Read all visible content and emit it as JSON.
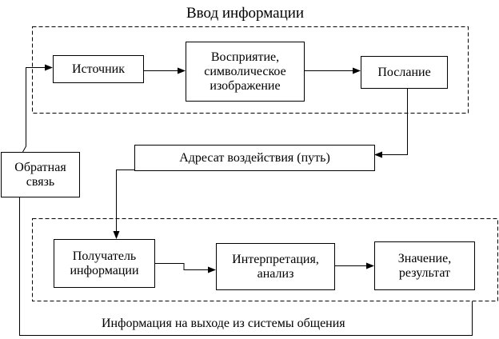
{
  "section_input": {
    "title": "Ввод информации"
  },
  "section_output": {
    "caption": "Информация на выходе из системы общения"
  },
  "nodes": {
    "source": "Источник",
    "perception": "Восприятие,\nсимволическое\nизображение",
    "message": "Послание",
    "addressee": "Адресат воздействия (путь)",
    "feedback": "Обратная\nсвязь",
    "receiver": "Получатель\nинформации",
    "interpretation": "Интерпретация,\nанализ",
    "meaning": "Значение,\nрезультат"
  }
}
